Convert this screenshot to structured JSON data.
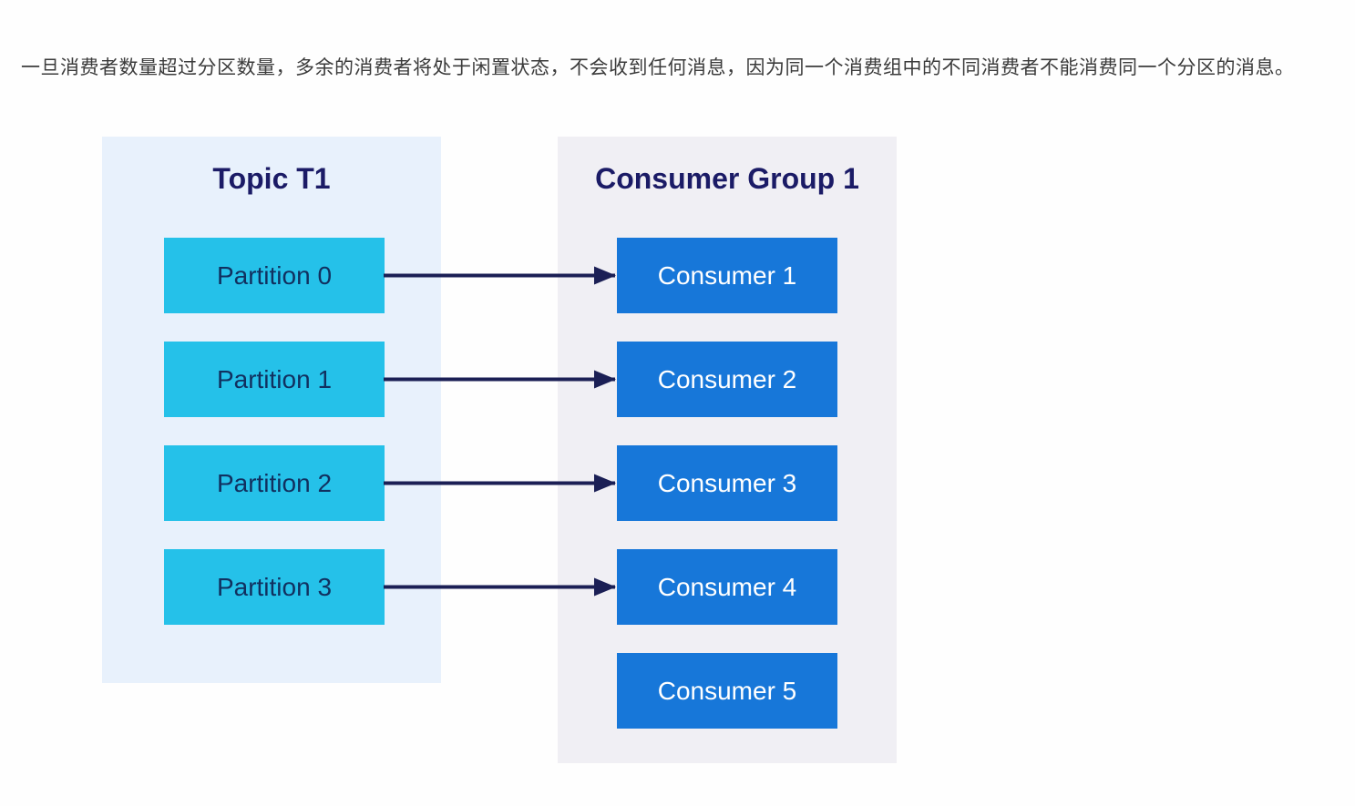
{
  "description": "一旦消费者数量超过分区数量，多余的消费者将处于闲置状态，不会收到任何消息，因为同一个消费组中的不同消费者不能消费同一个分区的消息。",
  "diagram": {
    "topic_panel": {
      "title": "Topic T1",
      "partitions": [
        "Partition 0",
        "Partition 1",
        "Partition 2",
        "Partition 3"
      ]
    },
    "consumer_panel": {
      "title": "Consumer Group 1",
      "consumers": [
        "Consumer 1",
        "Consumer 2",
        "Consumer 3",
        "Consumer 4",
        "Consumer 5"
      ]
    },
    "connections": [
      {
        "from": "Partition 0",
        "to": "Consumer 1"
      },
      {
        "from": "Partition 1",
        "to": "Consumer 2"
      },
      {
        "from": "Partition 2",
        "to": "Consumer 3"
      },
      {
        "from": "Partition 3",
        "to": "Consumer 4"
      }
    ],
    "idle_consumers": [
      "Consumer 5"
    ],
    "colors": {
      "topic_panel_bg": "#e8f1fc",
      "consumer_panel_bg": "#f0eff4",
      "partition_box_bg": "#25c1e9",
      "consumer_box_bg": "#1777d9",
      "arrow": "#1b1f55",
      "title_text": "#1b1b66",
      "partition_text": "#11305f",
      "consumer_text": "#ffffff",
      "body_text": "#3b3b3b"
    }
  }
}
